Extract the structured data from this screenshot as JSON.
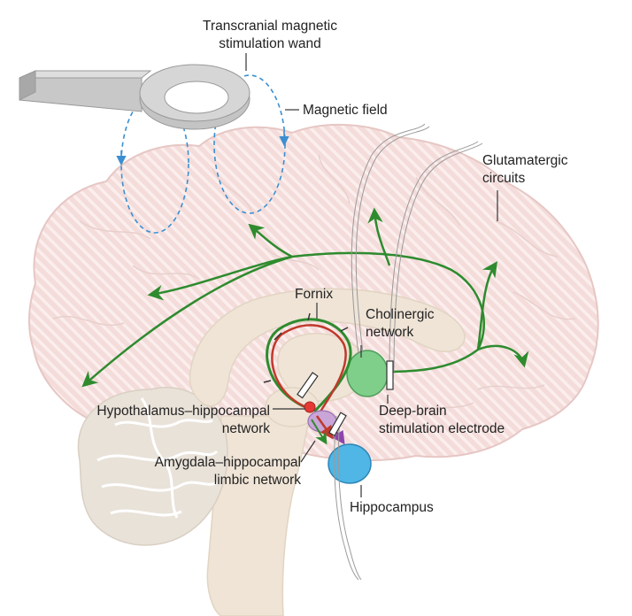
{
  "labels": {
    "tms_wand_line1": "Transcranial magnetic",
    "tms_wand_line2": "stimulation wand",
    "magnetic_field": "Magnetic field",
    "glutamatergic_line1": "Glutamatergic",
    "glutamatergic_line2": "circuits",
    "fornix": "Fornix",
    "cholinergic_line1": "Cholinergic",
    "cholinergic_line2": "network",
    "hypothalamus_line1": "Hypothalamus–hippocampal",
    "hypothalamus_line2": "network",
    "deep_brain_line1": "Deep-brain",
    "deep_brain_line2": "stimulation electrode",
    "amygdala_line1": "Amygdala–hippocampal",
    "amygdala_line2": "limbic network",
    "hippocampus": "Hippocampus"
  },
  "colors": {
    "brain": "#f3dcda",
    "brain_stripe": "#ffffff",
    "brain_outline": "#e6c7c4",
    "inner_structures": "#efe4d6",
    "cerebellum": "#e9e2d9",
    "glutamatergic_pathway": "#2e8b2e",
    "fornix_red": "#c0392b",
    "cholinergic_node": "#7fcf8a",
    "amygdala_node": "#c9a5d8",
    "hippocampus_node": "#4fb6e6",
    "hypothalamus_node": "#e53935",
    "magnetic_field": "#3b8fd1",
    "wand": "#b9b9b9"
  }
}
